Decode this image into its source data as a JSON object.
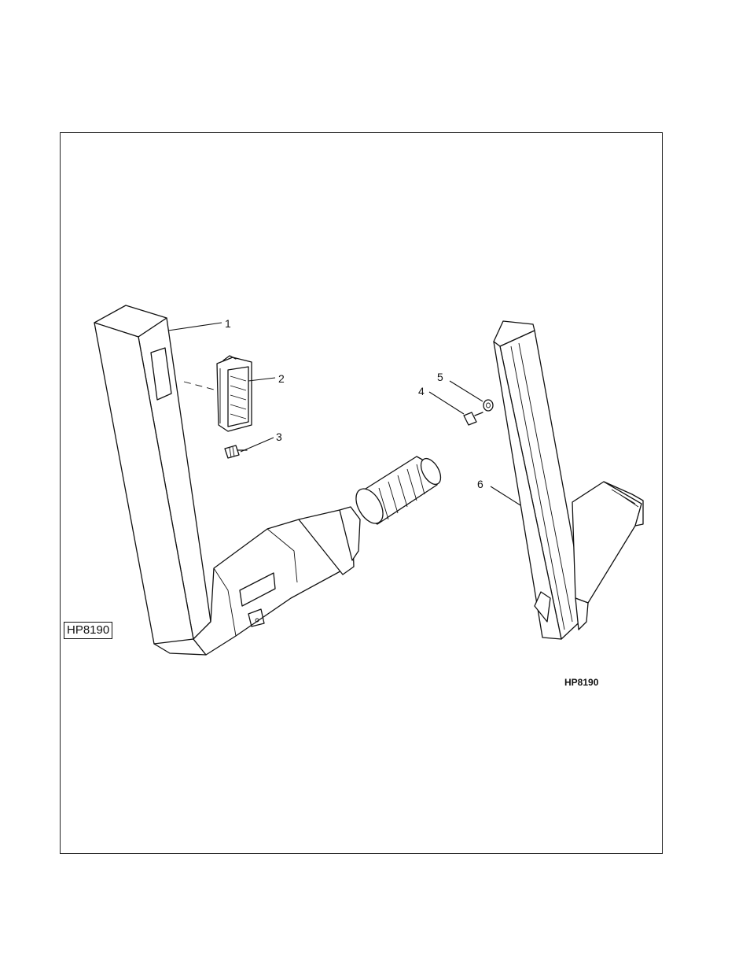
{
  "figure": {
    "boxed_label": "HP8190",
    "figure_id": "HP8190",
    "callouts": [
      "1",
      "2",
      "3",
      "4",
      "5",
      "6"
    ]
  }
}
